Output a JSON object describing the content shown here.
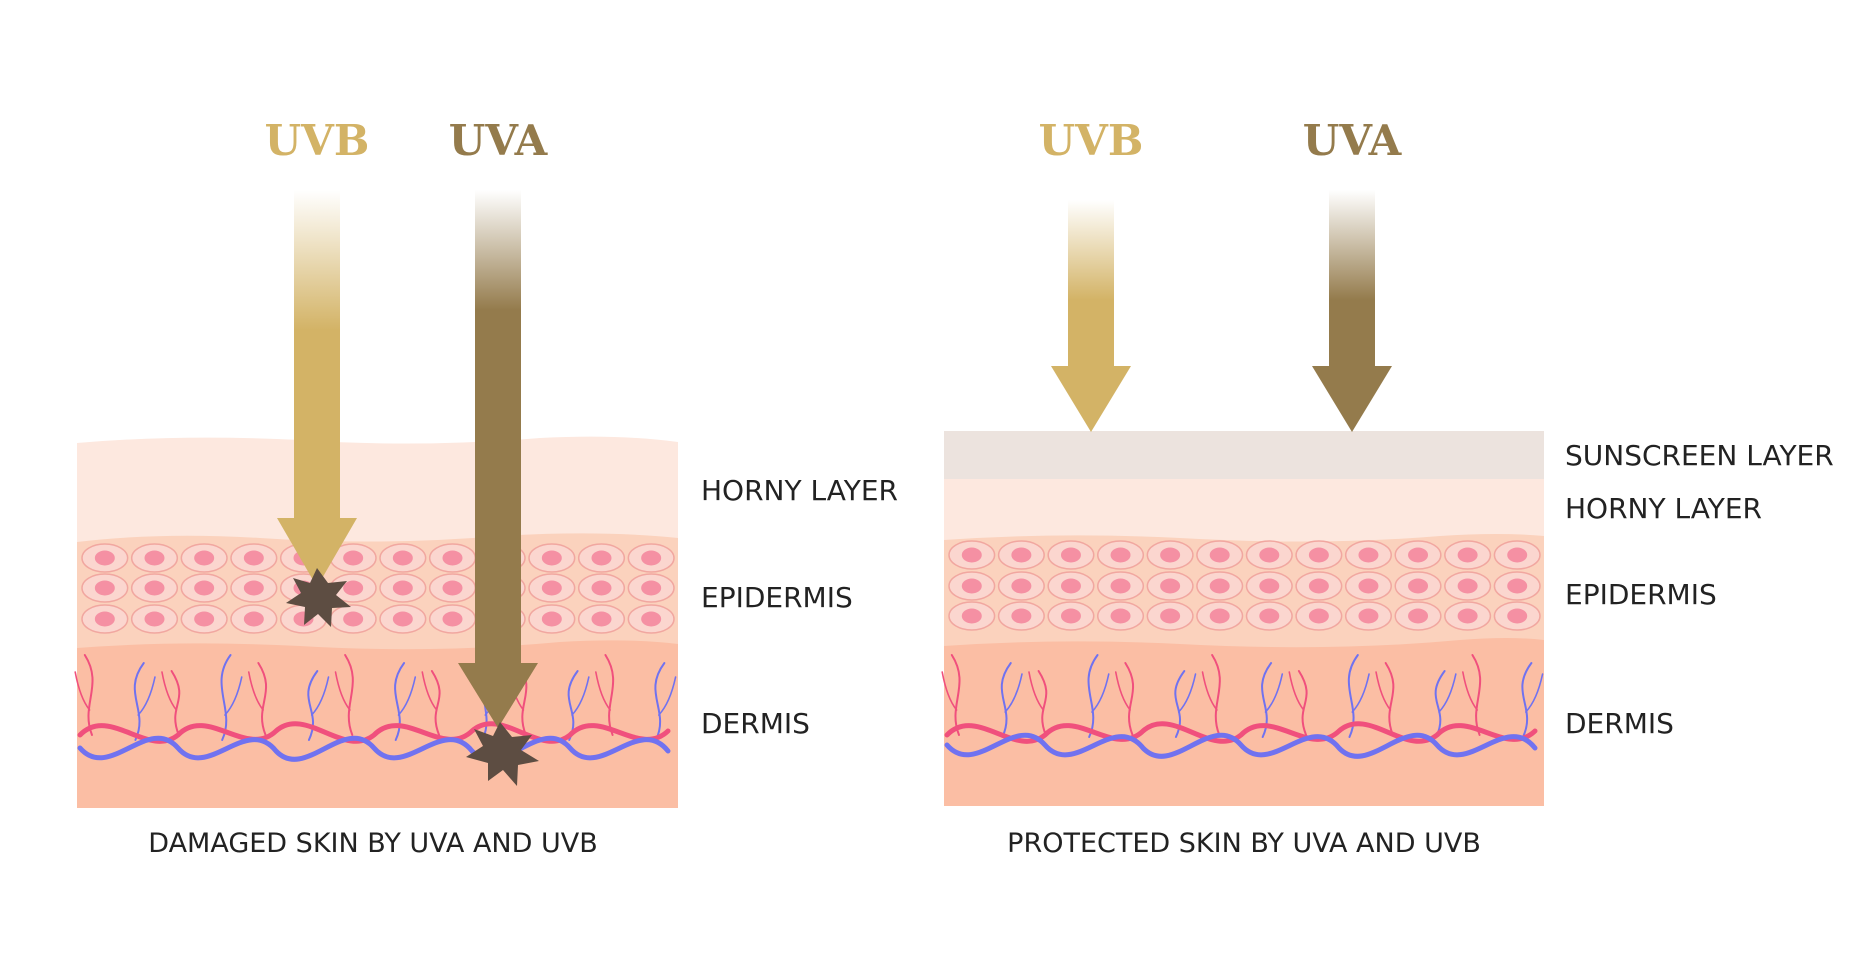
{
  "colors": {
    "uvb": "#d3b366",
    "uva": "#947b4c",
    "horny_layer": "#fde8df",
    "epidermis": "#fbd2bd",
    "dermis": "#fbbea4",
    "sunscreen": "#ece3de",
    "cell_fill": "#fbd6cf",
    "cell_stroke": "#f1a7a0",
    "nucleus": "#f590a3",
    "capillary_red": "#f0507d",
    "capillary_blue": "#7072f0",
    "damage": "#5d4d42",
    "label_text": "#222222"
  },
  "left_panel": {
    "rays": [
      {
        "label": "UVB",
        "type": "uvb"
      },
      {
        "label": "UVA",
        "type": "uva"
      }
    ],
    "layer_labels": {
      "horny": "HORNY LAYER",
      "epidermis": "EPIDERMIS",
      "dermis": "DERMIS"
    },
    "caption": "DAMAGED SKIN BY UVA AND UVB"
  },
  "right_panel": {
    "rays": [
      {
        "label": "UVB",
        "type": "uvb"
      },
      {
        "label": "UVA",
        "type": "uva"
      }
    ],
    "layer_labels": {
      "sunscreen": "SUNSCREEN LAYER",
      "horny": "HORNY LAYER",
      "epidermis": "EPIDERMIS",
      "dermis": "DERMIS"
    },
    "caption": "PROTECTED SKIN BY UVA AND UVB"
  }
}
